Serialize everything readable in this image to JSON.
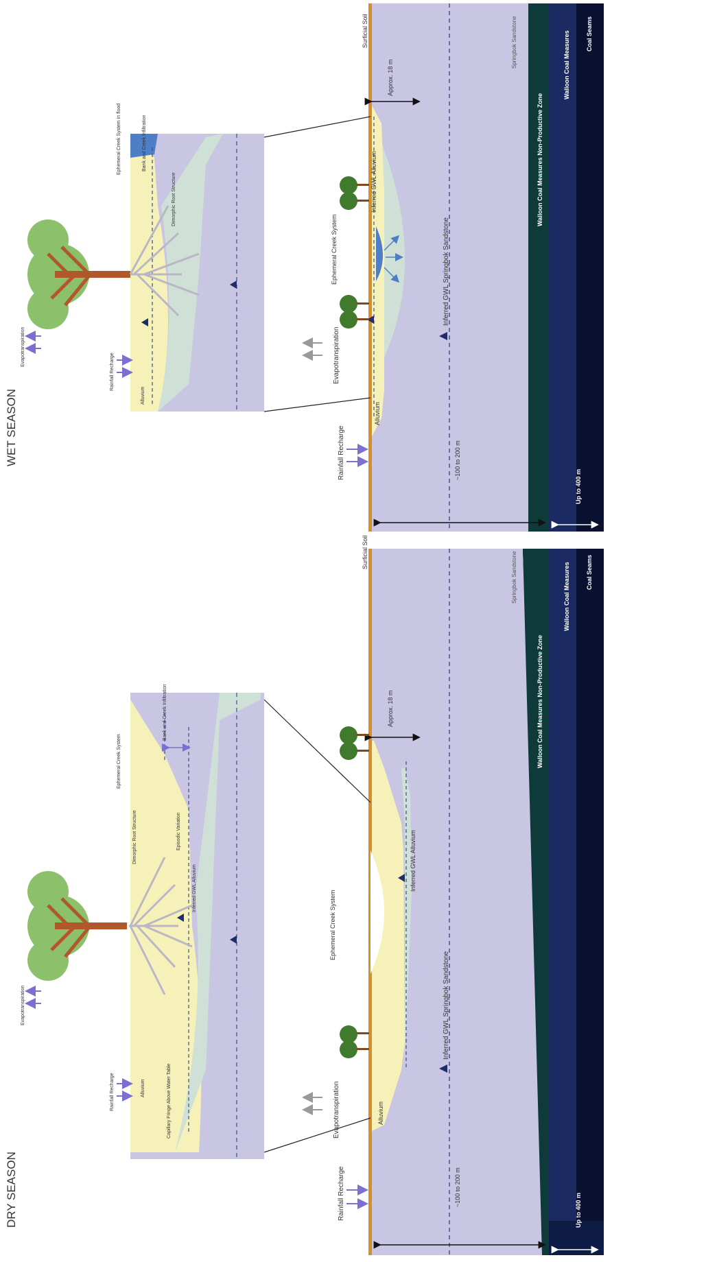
{
  "colors": {
    "sandstone": "#c9c6e4",
    "alluvium": "#f6f1b8",
    "gwl_zone": "#cfe1d6",
    "creek_infiltration": "#b8d4e8",
    "walloon_nonproductive": "#0f3a3a",
    "walloon_coal": "#1b2a60",
    "coal_seams": "#0a1030",
    "surficial_soil": "#d4902d",
    "arrow": "#7c6fcf",
    "tree_canopy": "#8cc06a",
    "tree_trunk": "#b0582a",
    "trees_small": "#3f7a2d",
    "roots": "#b9b7c6",
    "water": "#4d7ec6"
  },
  "dry": {
    "title": "DRY SEASON",
    "rainfall_recharge": "Rainfall Recharge",
    "evapotranspiration": "Evapotranspiration",
    "alluvium": "Alluvium",
    "ephemeral_creek": "Ephemeral Creek System",
    "inferred_gwl_alluvium": "Inferred GWL Alluvium",
    "inferred_gwl_springbok": "Inferred GWL Springbok Sandstone",
    "approx_depth": "Approx. 18 m",
    "surficial_soil": "Surficial Soil",
    "springbok_sandstone": "Springbok Sandstone",
    "sandstone_thickness": "~100 to 200 m",
    "walloon_nonproductive": "Walloon Coal Measures Non-Productive Zone",
    "walloon_coal": "Walloon Coal Measures",
    "coal_seams": "Coal Seams",
    "walloon_thickness": "Up to 400 m",
    "inset": {
      "rainfall_recharge": "Rainfall Recharge",
      "evapotranspiration": "Evapotranspiration",
      "alluvium": "Alluvium",
      "capillary_fringe": "Capillary Fringe Above Water Table",
      "dimorphic_root": "Dimorphic Root Structure",
      "ephemeral_creek": "Ephemeral Creek System",
      "bank_creek_infiltration": "Bank and Creek Infiltration",
      "episodic_variation": "Episodic Variation",
      "inferred_gwl_alluvium": "Inferred GWL Alluvium"
    }
  },
  "wet": {
    "title": "WET SEASON",
    "rainfall_recharge": "Rainfall Recharge",
    "evapotranspiration": "Evapotranspiration",
    "alluvium_left": "Alluvium",
    "alluvium_right": "Inferred GWL Alluvium",
    "ephemeral_creek": "Ephemeral Creek System",
    "inferred_gwl_springbok": "Inferred GWL Springbok Sandstone",
    "approx_depth": "Approx. 18 m",
    "surficial_soil": "Surficial Soil",
    "springbok_sandstone": "Springbok Sandstone",
    "sandstone_thickness": "~100 to 200 m",
    "walloon_nonproductive": "Walloon Coal Measures Non-Productive Zone",
    "walloon_coal": "Walloon Coal Measures",
    "coal_seams": "Coal Seams",
    "walloon_thickness": "Up to 400 m",
    "inset": {
      "rainfall_recharge": "Rainfall Recharge",
      "evapotranspiration": "Evapotranspiration",
      "alluvium": "Alluvium",
      "dimorphic_root": "Dimorphic Root Structure",
      "ephemeral_creek": "Ephemeral Creek System in flood",
      "bank_creek_infiltration": "Bank and Creek Infiltration"
    }
  }
}
